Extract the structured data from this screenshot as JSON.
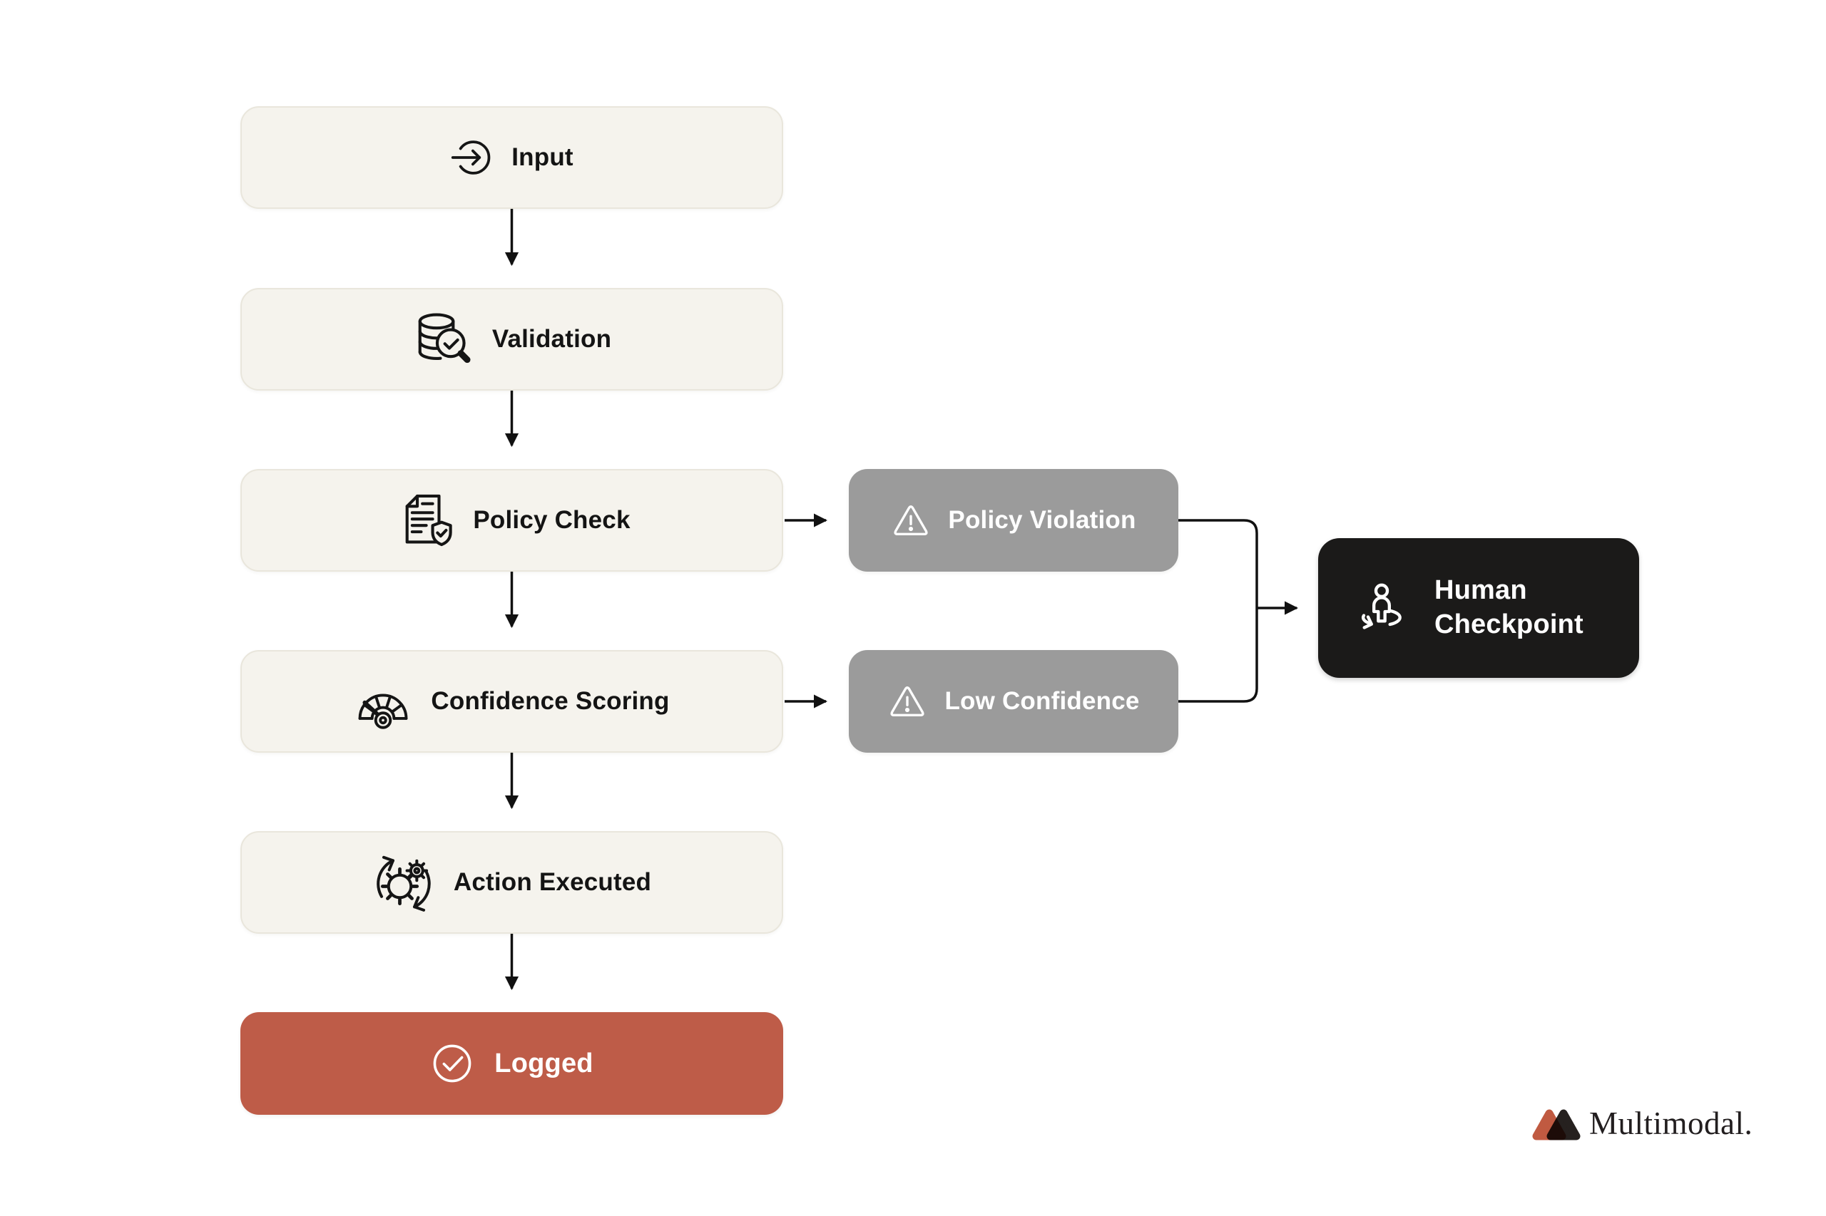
{
  "diagram": {
    "nodes": {
      "input": {
        "label": "Input",
        "icon": "enter-arrow-circle-icon"
      },
      "validation": {
        "label": "Validation",
        "icon": "database-inspect-icon"
      },
      "policy_check": {
        "label": "Policy Check",
        "icon": "document-shield-check-icon"
      },
      "confidence_scoring": {
        "label": "Confidence Scoring",
        "icon": "gauge-icon"
      },
      "action_executed": {
        "label": "Action Executed",
        "icon": "gears-cycle-icon"
      },
      "logged": {
        "label": "Logged",
        "icon": "check-circle-icon"
      },
      "policy_violation": {
        "label": "Policy Violation",
        "icon": "warning-triangle-icon"
      },
      "low_confidence": {
        "label": "Low Confidence",
        "icon": "warning-triangle-icon"
      },
      "human_checkpoint": {
        "label": "Human Checkpoint",
        "icon": "human-in-loop-icon"
      }
    },
    "edges": [
      {
        "from": "Input",
        "to": "Validation"
      },
      {
        "from": "Validation",
        "to": "Policy Check"
      },
      {
        "from": "Policy Check",
        "to": "Confidence Scoring"
      },
      {
        "from": "Confidence Scoring",
        "to": "Action Executed"
      },
      {
        "from": "Action Executed",
        "to": "Logged"
      },
      {
        "from": "Policy Check",
        "to": "Policy Violation"
      },
      {
        "from": "Confidence Scoring",
        "to": "Low Confidence"
      },
      {
        "from": "Policy Violation",
        "to": "Human Checkpoint"
      },
      {
        "from": "Low Confidence",
        "to": "Human Checkpoint"
      }
    ]
  },
  "branding": {
    "wordmark": "Multimodal."
  },
  "colors": {
    "background": "#ffffff",
    "step_fill": "#f5f3ed",
    "step_border": "#e9e6dc",
    "branch_fill": "#9b9b9b",
    "terminal_fill": "#be5c48",
    "checkpoint_fill": "#1b1a19",
    "ink": "#141414",
    "connector": "#111111",
    "logo_red": "#c05a41",
    "logo_dark": "#26211f"
  }
}
